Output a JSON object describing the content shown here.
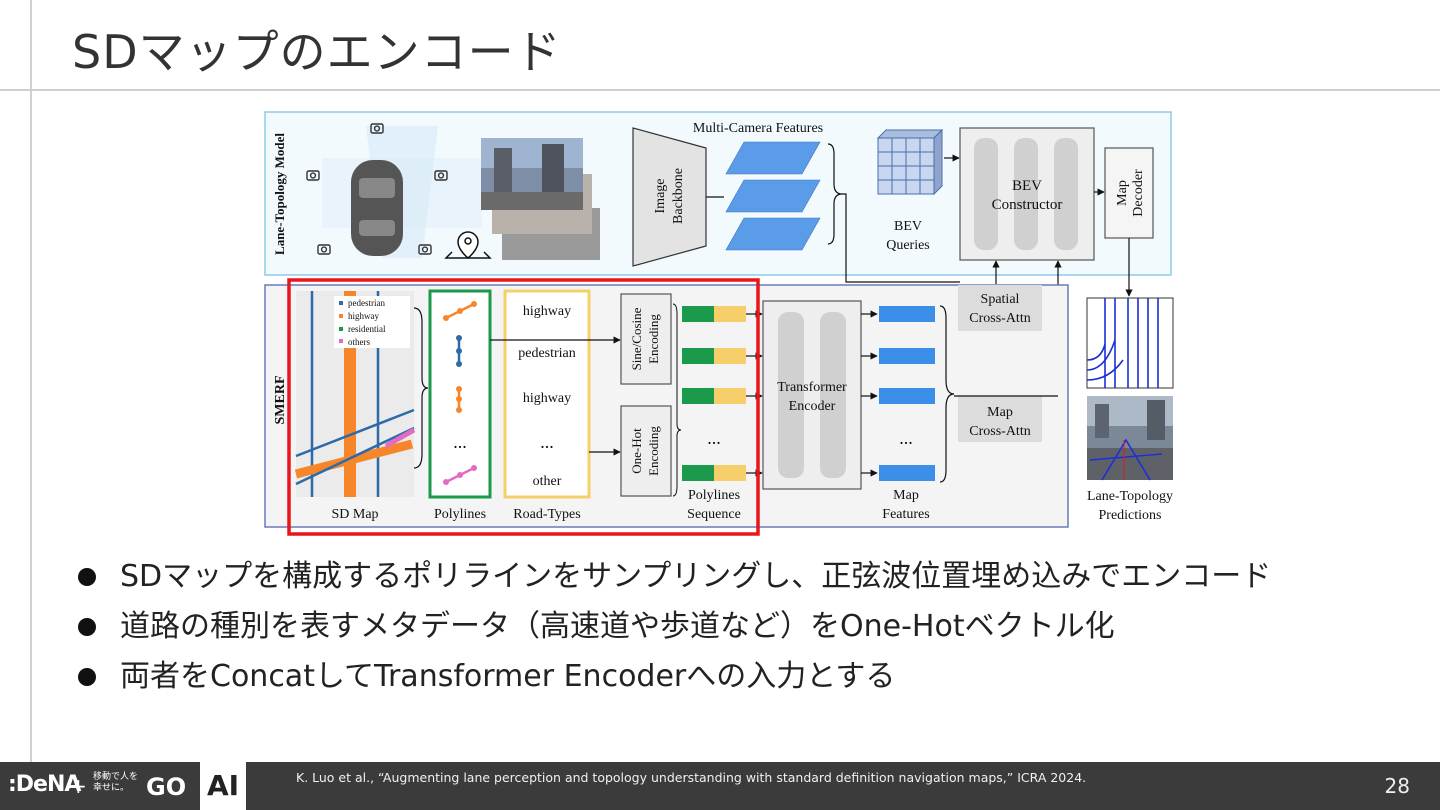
{
  "slide": {
    "title": "SDマップのエンコード",
    "page_number": "28",
    "citation": "K. Luo et al., “Augmenting lane perception and topology understanding with standard definition navigation maps,” ICRA 2024."
  },
  "bullets": [
    "SDマップを構成するポリラインをサンプリングし、正弦波位置埋め込みでエンコード",
    "道路の種別を表すメタデータ（高速道や歩道など）をOne-Hotベクトル化",
    "両者をConcatしてTransformer Encoderへの入力とする"
  ],
  "footer": {
    "logo_dena": ":DeNA",
    "logo_plus": "+",
    "logo_go_tagline": "移動で人を幸せに。",
    "logo_go": "GO",
    "logo_ai": "AI"
  },
  "diagram": {
    "lane_topology_model_label": "Lane-Topology Model",
    "smerf_label": "SMERF",
    "multi_camera_features": "Multi-Camera Features",
    "image_backbone": [
      "Image",
      "Backbone"
    ],
    "bev_queries": [
      "BEV",
      "Queries"
    ],
    "bev_constructor": [
      "BEV",
      "Constructor"
    ],
    "map_decoder": [
      "Map",
      "Decoder"
    ],
    "spatial_cross_attn": [
      "Spatial",
      "Cross-Attn"
    ],
    "map_cross_attn": [
      "Map",
      "Cross-Attn"
    ],
    "legend": [
      "pedestrian",
      "highway",
      "residential",
      "others"
    ],
    "sd_map": "SD Map",
    "polylines": "Polylines",
    "road_types_list": [
      "highway",
      "pedestrian",
      "highway",
      "...",
      "other"
    ],
    "road_types": "Road-Types",
    "sine_cosine_encoding": [
      "Sine/Cosine",
      "Encoding"
    ],
    "one_hot_encoding": [
      "One-Hot",
      "Encoding"
    ],
    "polylines_sequence": [
      "Polylines",
      "Sequence"
    ],
    "transformer_encoder": [
      "Transformer",
      "Encoder"
    ],
    "map_features": [
      "Map",
      "Features"
    ],
    "ellipsis": "...",
    "lane_topology_predictions": [
      "Lane-Topology",
      "Predictions"
    ]
  },
  "colors": {
    "accent_red": "#e8161b",
    "feature_blue": "#3b8fe8",
    "green": "#1a9a4a",
    "yellow": "#f7cf6a",
    "orange": "#f7862a",
    "box_gray": "#e3e3e3",
    "footer_bg": "#3b3b3b"
  }
}
